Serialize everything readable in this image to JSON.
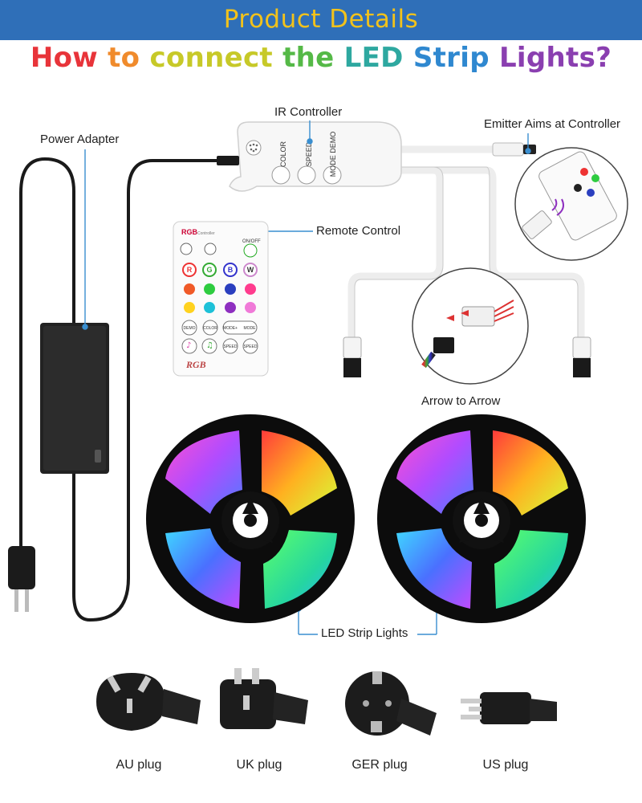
{
  "header": {
    "banner_title": "Product  Details",
    "headline_words": [
      {
        "text": "How",
        "color": "#e8343a"
      },
      {
        "text": "to",
        "color": "#f08b2c"
      },
      {
        "text": "connect",
        "color": "#c7c928"
      },
      {
        "text": "the",
        "color": "#55b947"
      },
      {
        "text": "LED",
        "color": "#2ea8a0"
      },
      {
        "text": "Strip",
        "color": "#2f88d0"
      },
      {
        "text": "Lights?",
        "color": "#8a3fb0"
      }
    ]
  },
  "labels": {
    "ir_controller": "IR Controller",
    "emitter": "Emitter Aims at Controller",
    "power_adapter": "Power Adapter",
    "remote_control": "Remote Control",
    "arrow_to_arrow": "Arrow to Arrow",
    "led_strip_lights": "LED Strip Lights"
  },
  "controller": {
    "buttons": [
      "COLOR",
      "SPEED",
      "MODE\nDEMO"
    ]
  },
  "remote": {
    "brand": "RGB",
    "brand_sub": "Controller",
    "on_off": "ON/OFF",
    "rgbw": [
      "R",
      "G",
      "B",
      "W"
    ],
    "bottom_buttons": [
      "DEMO",
      "COLOR",
      "MODE+",
      "MODE"
    ],
    "music_buttons": [
      "SPEED",
      "SPEED"
    ],
    "footer_brand": "RGB"
  },
  "plugs": [
    {
      "label": "AU plug"
    },
    {
      "label": "UK plug"
    },
    {
      "label": "GER plug"
    },
    {
      "label": "US plug"
    }
  ],
  "colors": {
    "banner": "#2f6fb8",
    "banner_text": "#f2c21b",
    "callout_line": "#3a8fd0"
  }
}
